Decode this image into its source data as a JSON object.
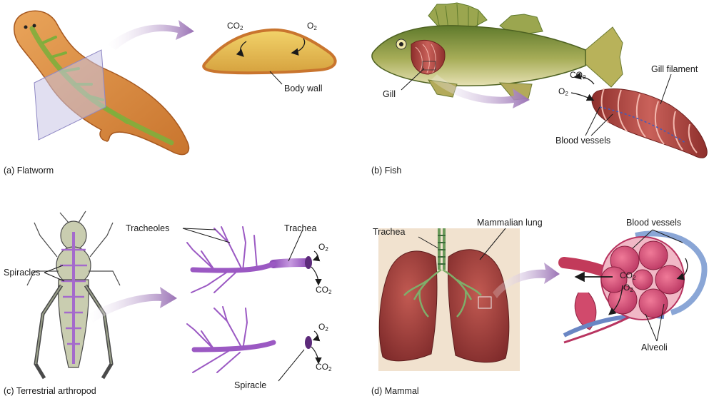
{
  "panels": {
    "flatworm": {
      "caption": "(a) Flatworm",
      "body_wall": "Body wall"
    },
    "fish": {
      "caption": "(b) Fish",
      "gill": "Gill",
      "gill_filament": "Gill filament",
      "blood_vessels": "Blood vessels"
    },
    "arthropod": {
      "caption": "(c) Terrestrial arthropod",
      "spiracles": "Spiracles",
      "tracheoles": "Tracheoles",
      "trachea": "Trachea",
      "spiracle": "Spiracle"
    },
    "mammal": {
      "caption": "(d) Mammal",
      "trachea": "Trachea",
      "mammalian_lung": "Mammalian lung",
      "blood_vessels": "Blood vessels",
      "alveoli": "Alveoli"
    }
  },
  "chem": {
    "co2_base": "CO",
    "o2_base": "O",
    "subscript": "2"
  },
  "colors": {
    "arrow": "#9a72b5",
    "flatworm_body": "#d98a3c",
    "flatworm_green": "#7fae3c",
    "fish_body": "#98a24a",
    "gill_red": "#b5453e",
    "trachea_purple": "#9b59c3",
    "lung_red": "#9e3b3a",
    "alveoli_pink": "#d7567a"
  }
}
